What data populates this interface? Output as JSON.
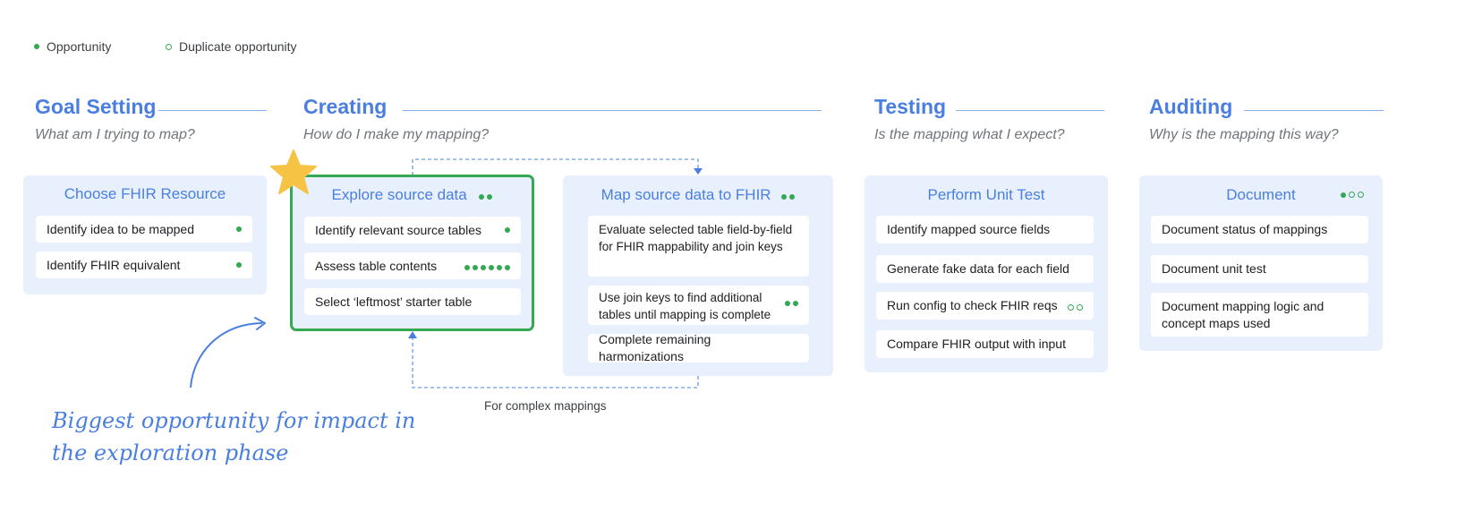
{
  "legend": {
    "opportunity": "Opportunity",
    "duplicate": "Duplicate opportunity"
  },
  "phases": {
    "goal": {
      "title": "Goal Setting",
      "subtitle": "What am I trying to map?"
    },
    "creating": {
      "title": "Creating",
      "subtitle": "How do I make my mapping?"
    },
    "testing": {
      "title": "Testing",
      "subtitle": "Is the mapping what I expect?"
    },
    "auditing": {
      "title": "Auditing",
      "subtitle": "Why is the mapping this way?"
    }
  },
  "panels": {
    "choose": {
      "title": "Choose FHIR Resource",
      "items": [
        "Identify idea to be mapped",
        "Identify FHIR equivalent"
      ]
    },
    "explore": {
      "title": "Explore source data",
      "items": [
        "Identify relevant source tables",
        "Assess table contents",
        "Select ‘leftmost’ starter table"
      ]
    },
    "map": {
      "title": "Map source data to FHIR",
      "items": [
        "Evaluate selected table field-by-field for FHIR mappability and join keys",
        "Use join keys to find additional tables until mapping is complete",
        "Complete remaining harmonizations"
      ]
    },
    "unit_test": {
      "title": "Perform Unit Test",
      "items": [
        "Identify mapped source fields",
        "Generate fake data for each field",
        "Run config to check FHIR reqs",
        "Compare FHIR output with input"
      ]
    },
    "document": {
      "title": "Document",
      "items": [
        "Document status of mappings",
        "Document unit test",
        "Document mapping logic and concept maps used"
      ]
    }
  },
  "loop_label": "For complex mappings",
  "callout": {
    "line1": "Biggest opportunity for impact in",
    "line2": "the exploration phase"
  },
  "colors": {
    "accent_blue": "#4a7fe0",
    "opportunity_green": "#34a853",
    "panel_bg": "#e8f0fe",
    "highlight_border": "#34a853",
    "star": "#f6c344"
  }
}
